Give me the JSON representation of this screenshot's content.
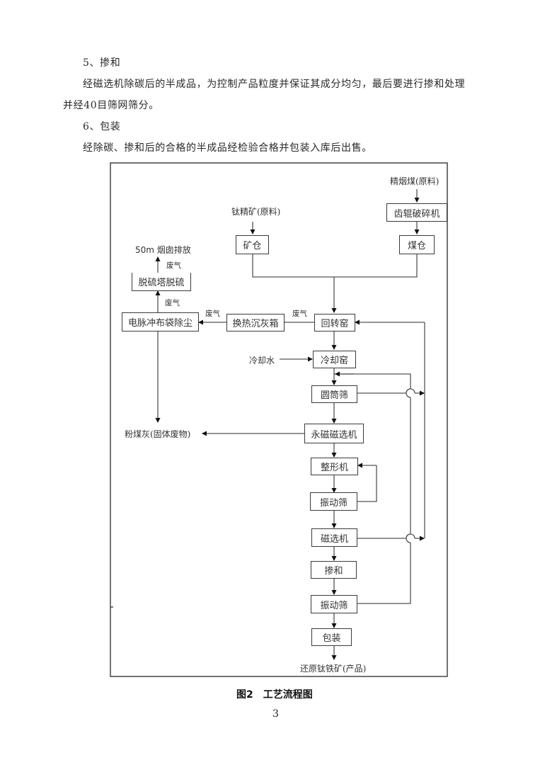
{
  "text": {
    "section5_heading": "5、掺和",
    "section5_body_line1": "经磁选机除碳后的半成品，为控制产品粒度并保证其成分均匀，最后要进行掺和处理",
    "section5_body_line2": "并经40目筛网筛分。",
    "section6_heading": "6、包装",
    "section6_body": "经除碳、掺和后的合格的半成品经检验合格并包装入库后出售。"
  },
  "flowchart": {
    "inputs": {
      "titanium_concentrate": "钛精矿(原料)",
      "coal": "精烟煤(原料)",
      "cooling_water": "冷却水"
    },
    "outputs": {
      "chimney": "50m 烟囱排放",
      "fly_ash": "粉煤灰(固体废物)",
      "product": "还原钛铁矿(产品)"
    },
    "boxes": {
      "roller_crusher": "齿辊破碎机",
      "ore_bin": "矿仓",
      "coal_bin": "煤仓",
      "rotary_kiln": "回转窑",
      "heat_exchange_box": "换热沉灰箱",
      "bag_filter": "电脉冲布袋除尘",
      "desulfurization_tower": "脱硫塔脱硫",
      "cooling_kiln": "冷却窑",
      "drum_screen": "圆筒筛",
      "permanent_magnet_separator": "永磁磁选机",
      "shaping_machine": "整形机",
      "vibrating_screen_1": "振动筛",
      "magnetic_separator": "磁选机",
      "blending": "掺和",
      "vibrating_screen_2": "振动筛",
      "packaging": "包装"
    },
    "edge_labels": {
      "waste_gas": "废气"
    }
  },
  "caption": "图2　工艺流程图",
  "page_number": "3"
}
